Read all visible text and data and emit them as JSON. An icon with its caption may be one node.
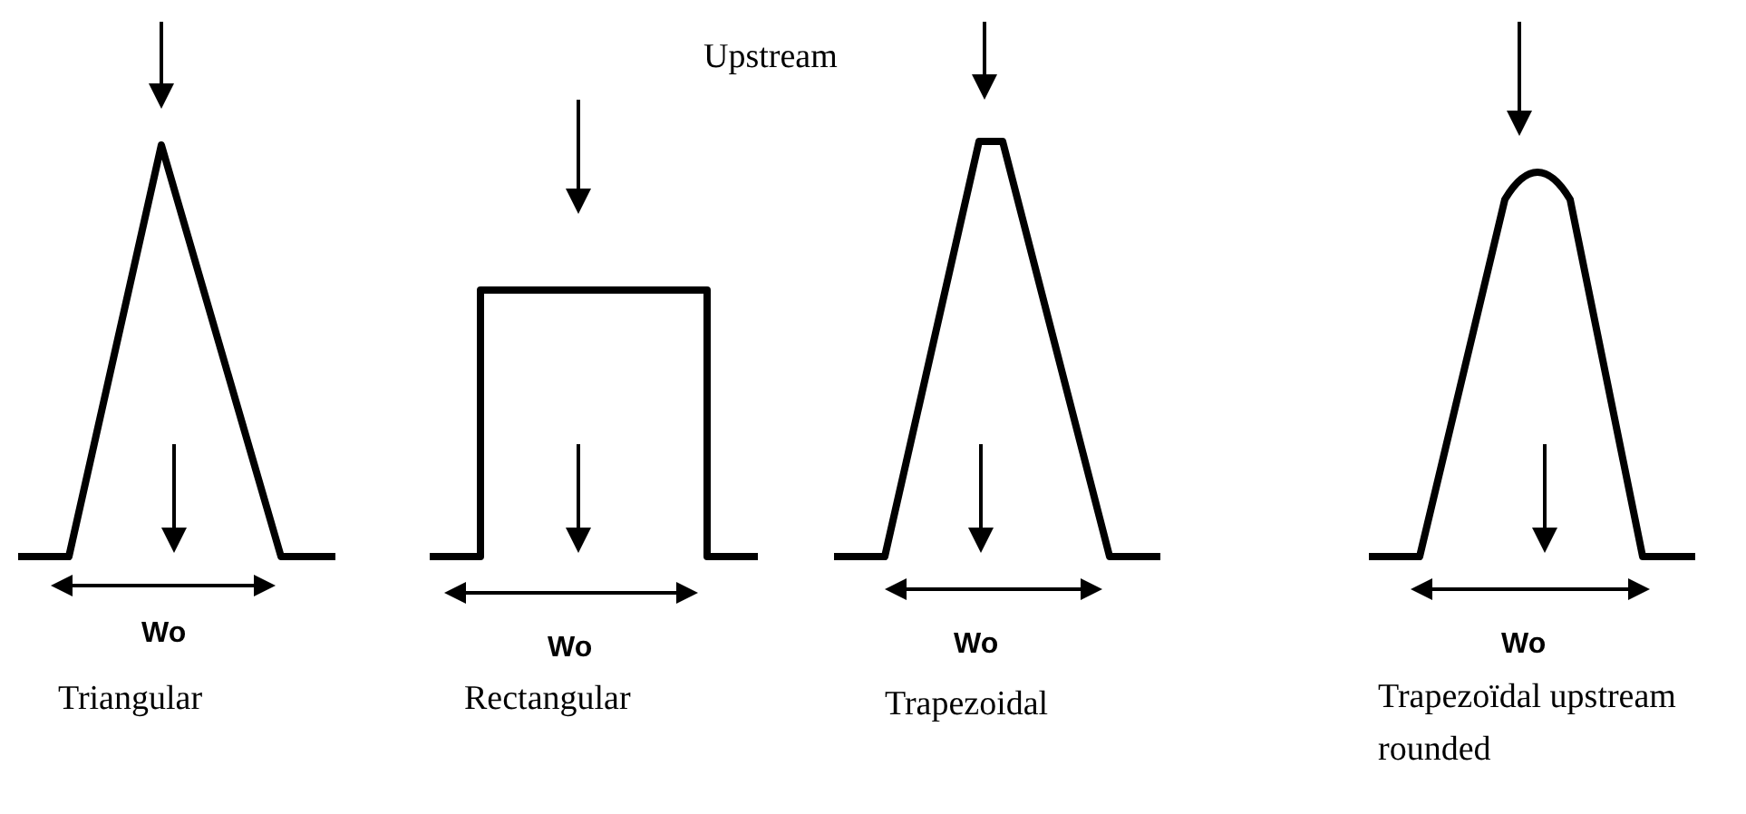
{
  "diagram": {
    "labels": [
      "Upstream",
      "Wo",
      "Wo",
      "Wo",
      "Wo",
      "Triangular",
      "Rectangular",
      "Trapezoidal",
      "Trapezoïdal upstream rounded"
    ]
  }
}
